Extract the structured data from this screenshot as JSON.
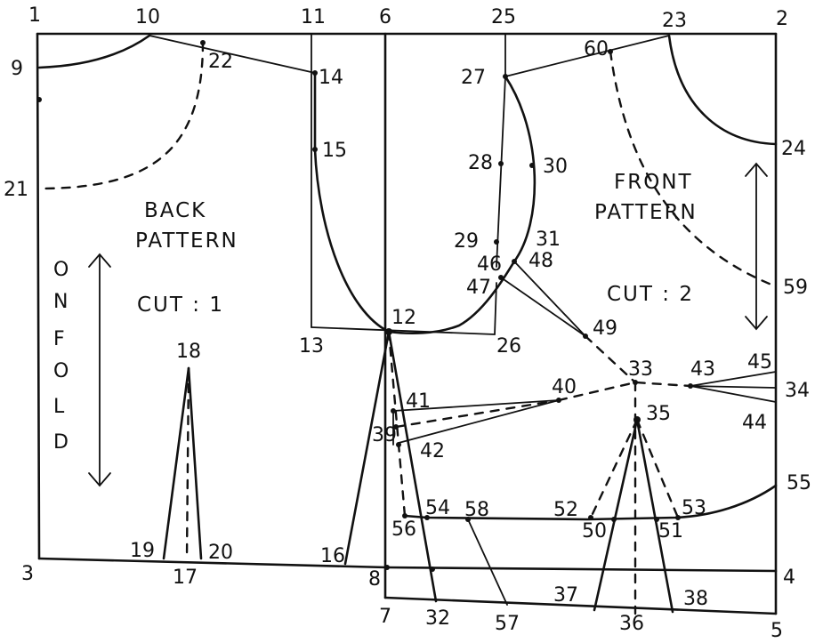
{
  "texts": {
    "back_title_line1": "BACK",
    "back_title_line2": "PATTERN",
    "front_title_line1": "FRONT",
    "front_title_line2": "PATTERN",
    "back_cut": "CUT : 1",
    "front_cut": "CUT : 2",
    "on_fold": [
      "O",
      "N",
      "F",
      "O",
      "L",
      "D"
    ]
  },
  "points": {
    "p1": "1",
    "p2": "2",
    "p3": "3",
    "p4": "4",
    "p5": "5",
    "p6": "6",
    "p7": "7",
    "p8": "8",
    "p9": "9",
    "p10": "10",
    "p11": "11",
    "p12": "12",
    "p13": "13",
    "p14": "14",
    "p15": "15",
    "p16": "16",
    "p17": "17",
    "p18": "18",
    "p19": "19",
    "p20": "20",
    "p21": "21",
    "p22": "22",
    "p23": "23",
    "p24": "24",
    "p25": "25",
    "p26": "26",
    "p27": "27",
    "p28": "28",
    "p29": "29",
    "p30": "30",
    "p31": "31",
    "p32": "32",
    "p33": "33",
    "p34": "34",
    "p35": "35",
    "p36": "36",
    "p37": "37",
    "p38": "38",
    "p39": "39",
    "p40": "40",
    "p41": "41",
    "p42": "42",
    "p43": "43",
    "p44": "44",
    "p45": "45",
    "p46": "46",
    "p47": "47",
    "p48": "48",
    "p49": "49",
    "p50": "50",
    "p51": "51",
    "p52": "52",
    "p53": "53",
    "p54": "54",
    "p55": "55",
    "p56": "56",
    "p57": "57",
    "p58": "58",
    "p59": "59",
    "p60": "60"
  }
}
